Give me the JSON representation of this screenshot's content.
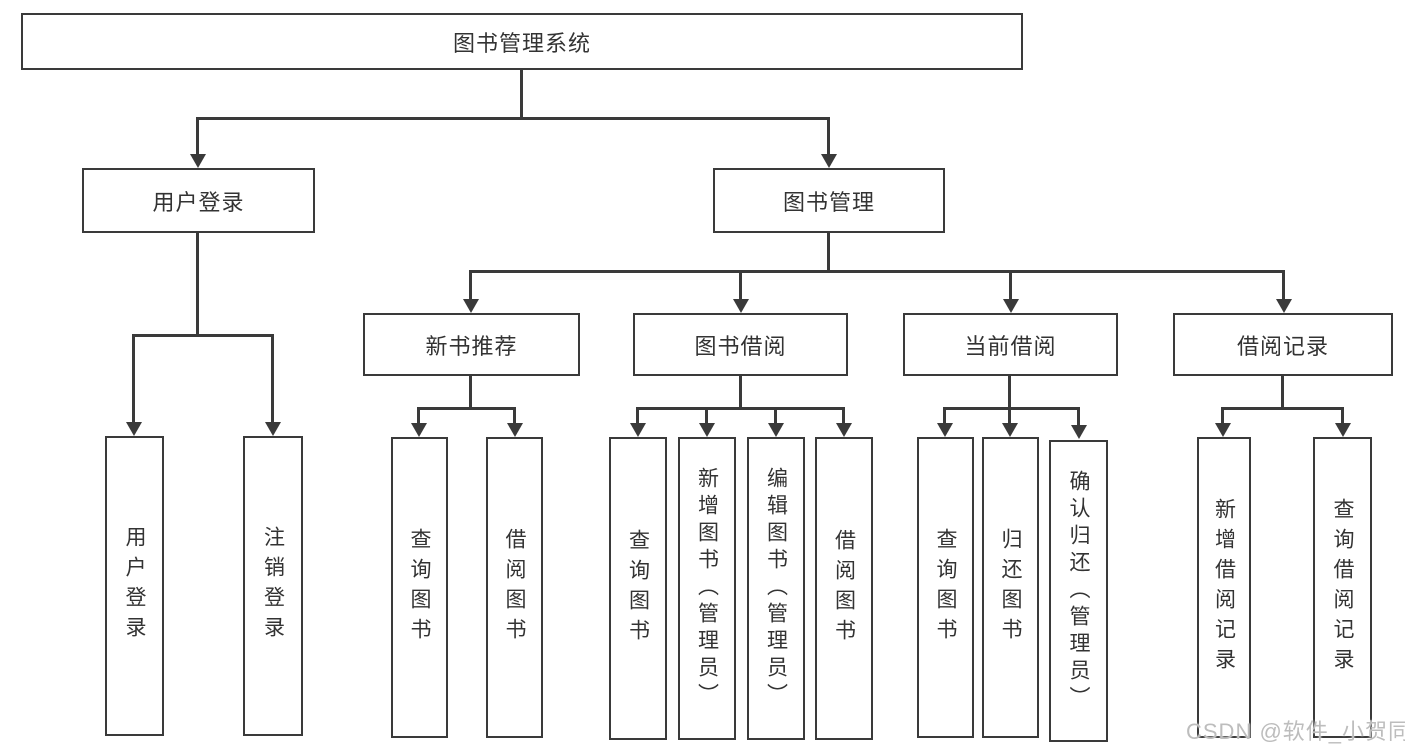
{
  "colors": {
    "background": "#ffffff",
    "line": "#3a3a3a",
    "box_border": "#3a3a3a",
    "text": "#333333",
    "watermark": "#bdbdbd"
  },
  "tree": {
    "label": "图书管理系统",
    "children": [
      {
        "label": "用户登录",
        "children": [
          {
            "label": "用户登录"
          },
          {
            "label": "注销登录"
          }
        ]
      },
      {
        "label": "图书管理",
        "children": [
          {
            "label": "新书推荐",
            "children": [
              {
                "label": "查询图书"
              },
              {
                "label": "借阅图书"
              }
            ]
          },
          {
            "label": "图书借阅",
            "children": [
              {
                "label": "查询图书"
              },
              {
                "label": "新增图书（管理员）"
              },
              {
                "label": "编辑图书（管理员）"
              },
              {
                "label": "借阅图书"
              }
            ]
          },
          {
            "label": "当前借阅",
            "children": [
              {
                "label": "查询图书"
              },
              {
                "label": "归还图书"
              },
              {
                "label": "确认归还（管理员）"
              }
            ]
          },
          {
            "label": "借阅记录",
            "children": [
              {
                "label": "新增借阅记录"
              },
              {
                "label": "查询借阅记录"
              }
            ]
          }
        ]
      }
    ]
  },
  "watermark": {
    "text": "CSDN @软件_小贺同学"
  }
}
